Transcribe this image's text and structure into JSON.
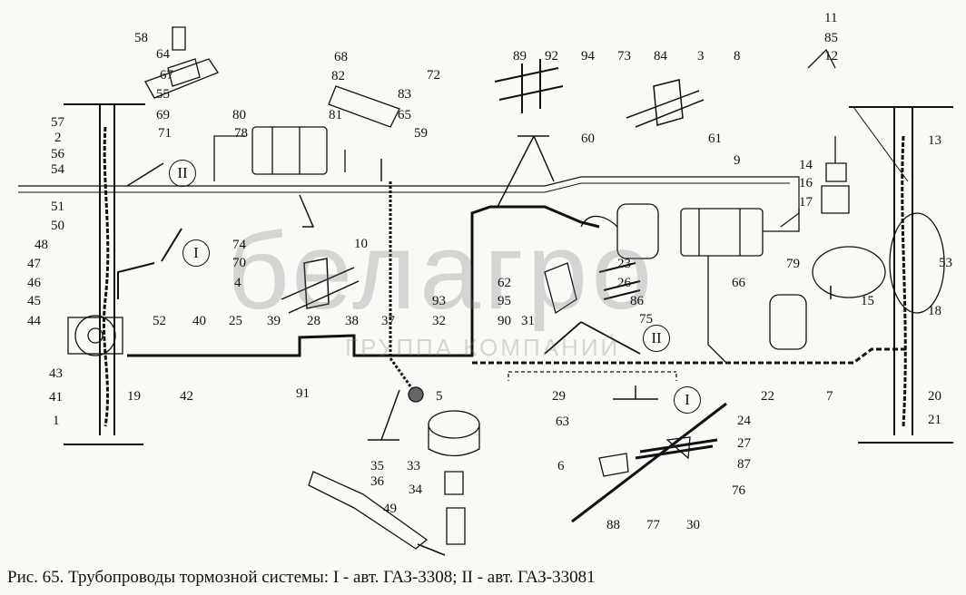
{
  "caption": "Рис. 65. Трубопроводы тормозной системы: I - авт. ГАЗ-3308; II - авт. ГАЗ-33081",
  "watermark": {
    "brand": "белагро",
    "subtitle": "ГРУППА КОМПАНИЙ"
  },
  "variants": {
    "one": "I",
    "two": "II"
  },
  "labels": [
    "58",
    "64",
    "67",
    "55",
    "69",
    "71",
    "57",
    "2",
    "56",
    "54",
    "51",
    "50",
    "48",
    "47",
    "46",
    "45",
    "44",
    "43",
    "41",
    "1",
    "52",
    "40",
    "25",
    "39",
    "19",
    "42",
    "28",
    "38",
    "37",
    "32",
    "91",
    "74",
    "70",
    "4",
    "10",
    "68",
    "82",
    "81",
    "80",
    "78",
    "65",
    "83",
    "72",
    "59",
    "89",
    "92",
    "94",
    "73",
    "84",
    "3",
    "8",
    "60",
    "61",
    "9",
    "11",
    "85",
    "12",
    "14",
    "16",
    "17",
    "13",
    "53",
    "15",
    "18",
    "20",
    "21",
    "22",
    "7",
    "79",
    "66",
    "23",
    "26",
    "86",
    "75",
    "62",
    "93",
    "95",
    "90",
    "31",
    "29",
    "5",
    "24",
    "27",
    "87",
    "76",
    "63",
    "6",
    "88",
    "77",
    "30",
    "33",
    "34",
    "35",
    "36",
    "49"
  ]
}
